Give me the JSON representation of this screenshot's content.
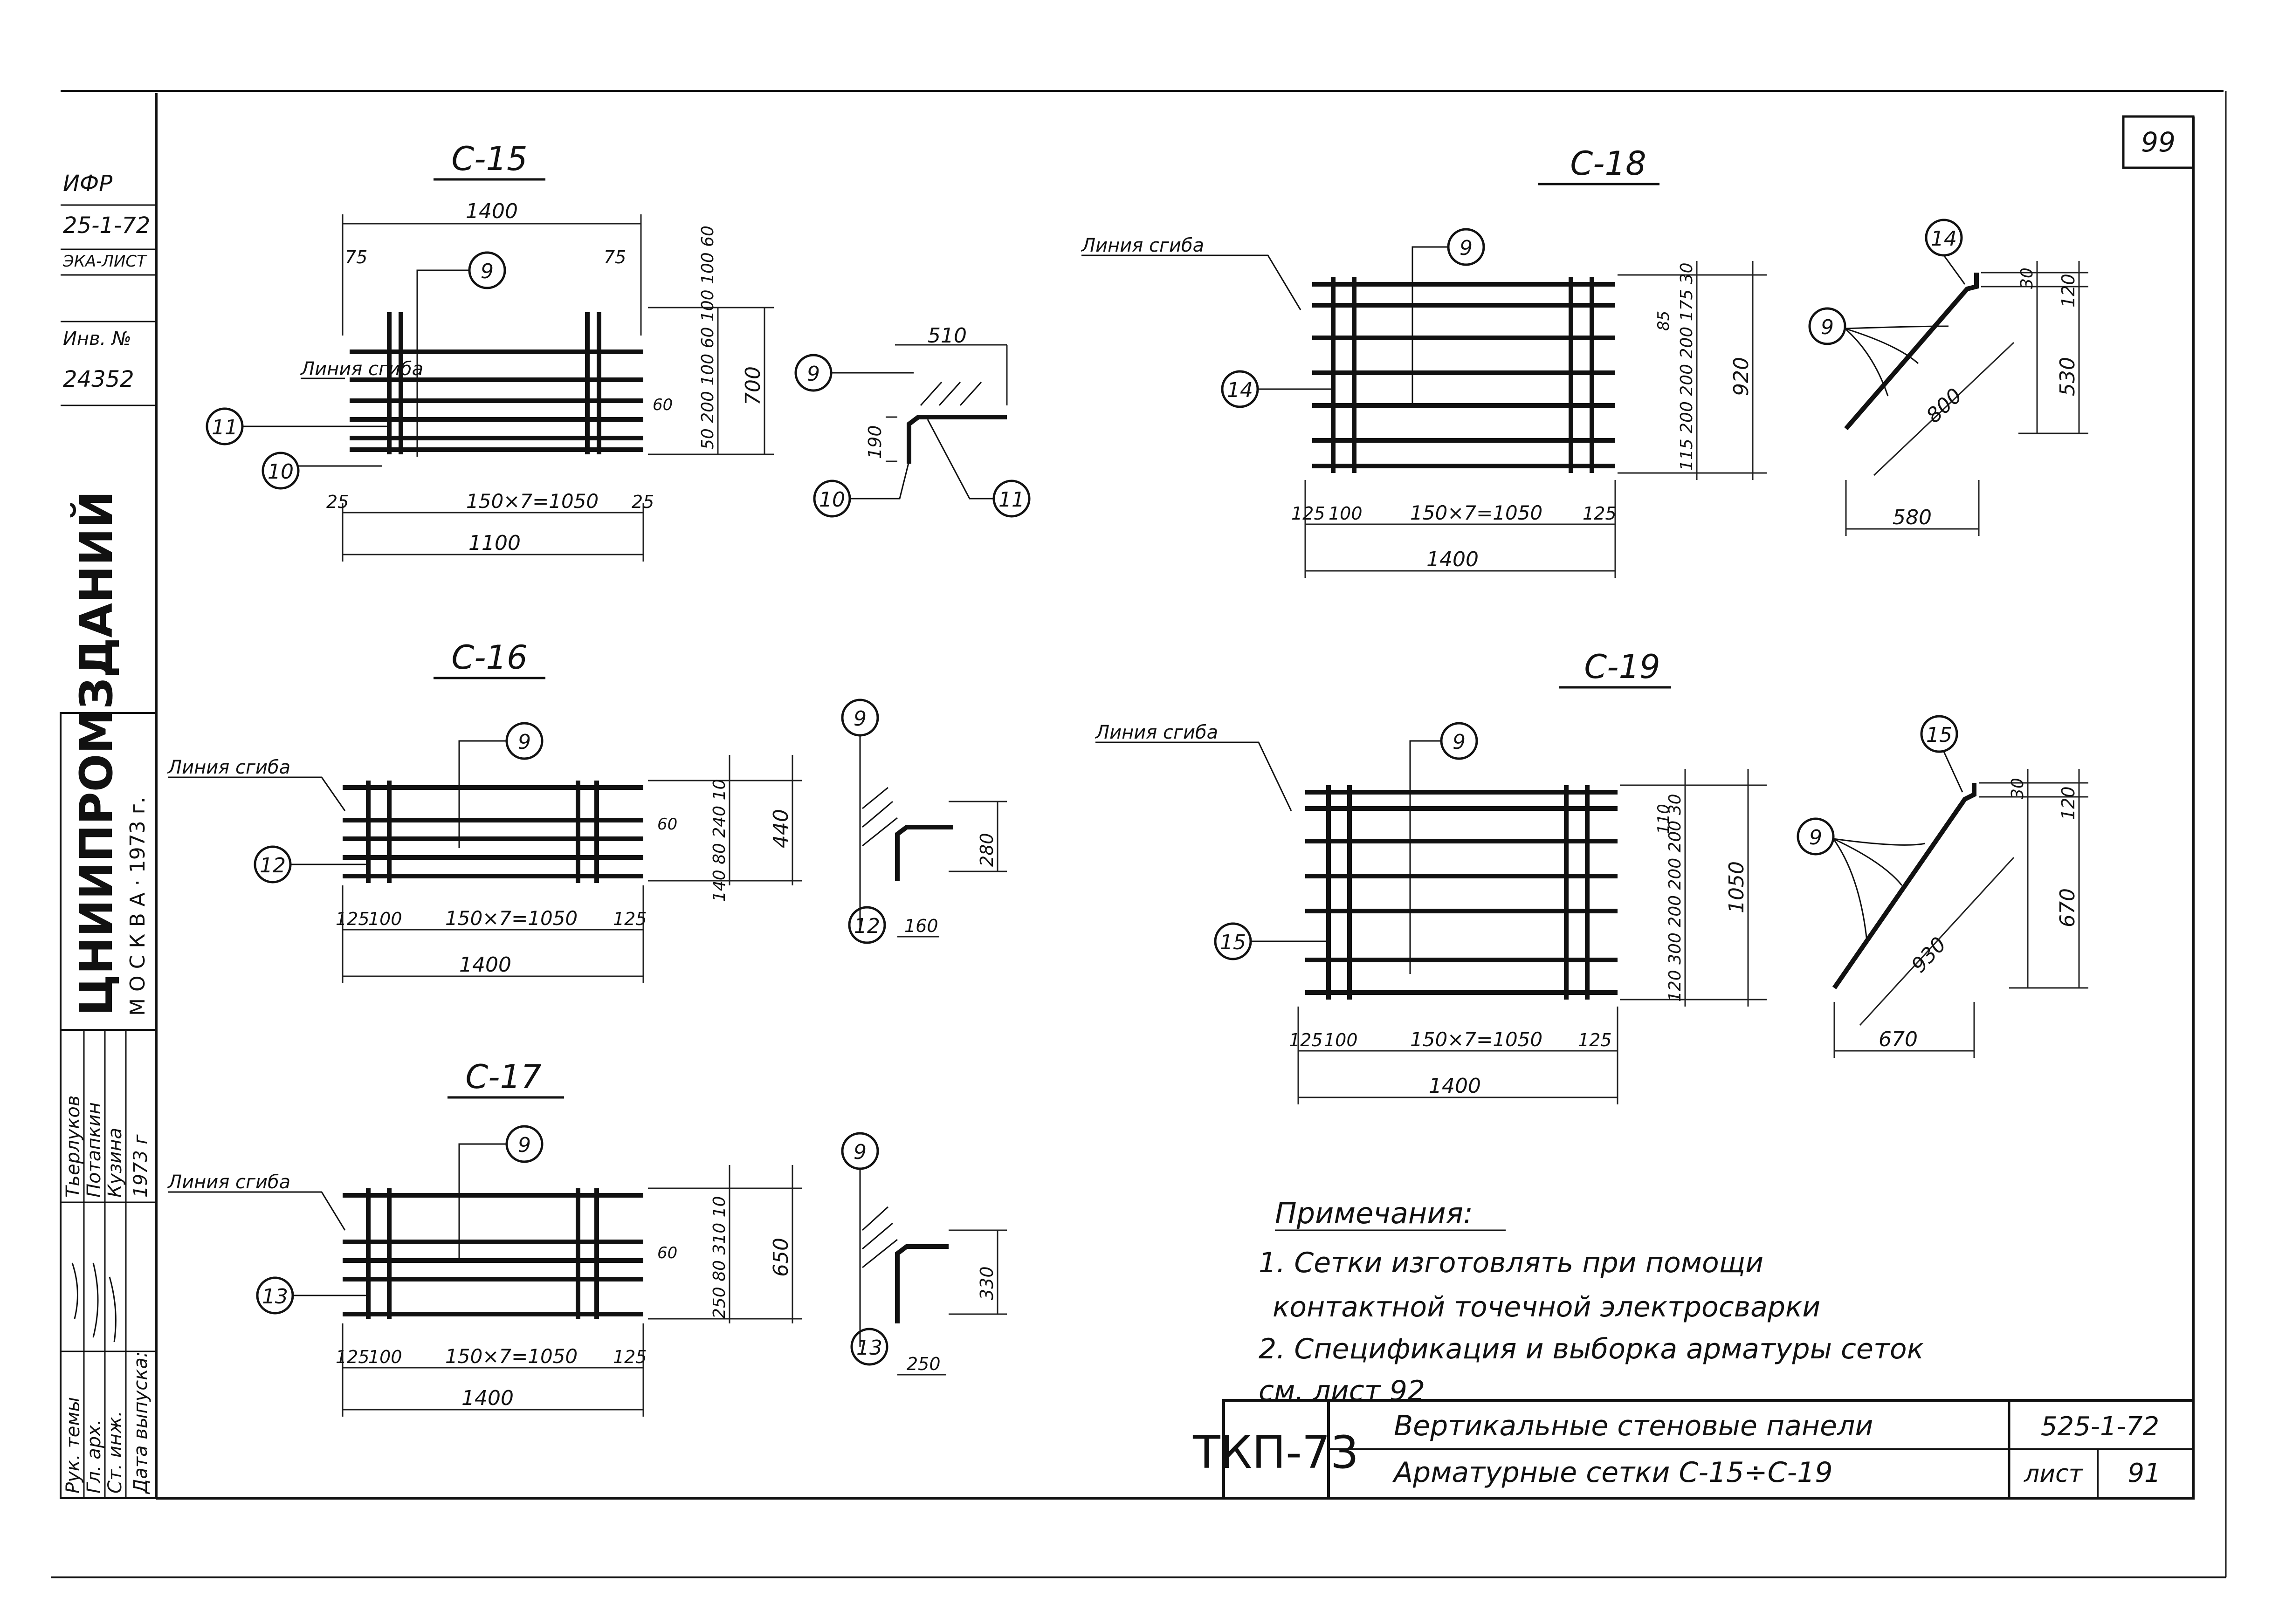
{
  "sheet_number": "99",
  "left_stamp": {
    "rows": [
      "ИФР",
      "25-1-72",
      "ЭКА-ЛИСТ",
      "Инв. №",
      "24352"
    ],
    "org_name": "ЦНИИПРОМЗДАНИЙ",
    "org_city": "М О С К В А · 1973 г."
  },
  "signature_block": {
    "roles": [
      "Рук. темы",
      "Гл. арх.",
      "Ст. инж.",
      "Дата выпуска:"
    ],
    "names": [
      "Тьерлуков",
      "Потапкин",
      "Кузина",
      "1973 г"
    ]
  },
  "drawings": {
    "c15": {
      "title": "С-15",
      "overall_width": "1400",
      "left_edge": "75",
      "right_edge": "75",
      "mark_main": "9",
      "mark_left": "11",
      "mark_bottom": "10",
      "bend_line": "Линия сгиба",
      "bottom_left": "25",
      "bottom_mid": "150×7=1050",
      "bottom_right": "25",
      "bottom_total": "1100",
      "right_dims": "50 200 100 60 100 100 60",
      "right_small": "60",
      "right_total": "700",
      "profile_top": "510",
      "profile_side": "190",
      "profile_mark_a": "9",
      "profile_mark_b": "10",
      "profile_mark_c": "11"
    },
    "c16": {
      "title": "С-16",
      "mark_main": "9",
      "mark_left": "12",
      "bend_line": "Линия сгиба",
      "bottom_a": "125",
      "bottom_b": "100",
      "bottom_mid": "150×7=1050",
      "bottom_right": "125",
      "bottom_total": "1400",
      "right_dims": "140 80 240 10",
      "right_small": "60",
      "right_total": "440",
      "profile_mark_top": "9",
      "profile_mark_bottom": "12",
      "profile_height": "280",
      "profile_base": "160"
    },
    "c17": {
      "title": "С-17",
      "mark_main": "9",
      "mark_left": "13",
      "bend_line": "Линия сгиба",
      "bottom_a": "125",
      "bottom_b": "100",
      "bottom_mid": "150×7=1050",
      "bottom_right": "125",
      "bottom_total": "1400",
      "right_dims": "250 80 310 10",
      "right_small": "60",
      "right_total": "650",
      "profile_mark_top": "9",
      "profile_mark_bottom": "13",
      "profile_height": "330",
      "profile_base": "250"
    },
    "c18": {
      "title": "С-18",
      "mark_main": "9",
      "mark_left": "14",
      "bend_line": "Линия сгиба",
      "right_dims": "115 200 200 200 175 30",
      "right_small": "85",
      "right_total": "920",
      "bottom_a": "125",
      "bottom_b": "100",
      "bottom_mid": "150×7=1050",
      "bottom_right": "125",
      "bottom_total": "1400",
      "profile_mark_top": "14",
      "profile_mark_left": "9",
      "profile_diag": "800",
      "profile_top_small": "30",
      "profile_top_right": "120",
      "profile_height": "530",
      "profile_base": "580"
    },
    "c19": {
      "title": "С-19",
      "mark_main": "9",
      "mark_left": "15",
      "bend_line": "Линия сгиба",
      "right_dims": "120 300 200 200 200 30",
      "right_small": "110",
      "right_total": "1050",
      "bottom_a": "125",
      "bottom_b": "100",
      "bottom_mid": "150×7=1050",
      "bottom_right": "125",
      "bottom_total": "1400",
      "profile_mark_top": "15",
      "profile_mark_left": "9",
      "profile_diag": "930",
      "profile_top_small": "30",
      "profile_top_right": "120",
      "profile_height": "670",
      "profile_base": "670"
    }
  },
  "notes": {
    "heading": "Примечания:",
    "line1": "1. Сетки  изготовлять при помощи",
    "line2": "контактной точечной электросварки",
    "line3": "2. Спецификация и выборка арматуры сеток",
    "line4": "см. лист 92"
  },
  "title_block": {
    "code": "ТКП-73",
    "row1": "Вертикальные стеновые панели",
    "row2": "Арматурные сетки С-15÷С-19",
    "series": "525-1-72",
    "sheet_label": "лист",
    "sheet_num": "91"
  }
}
